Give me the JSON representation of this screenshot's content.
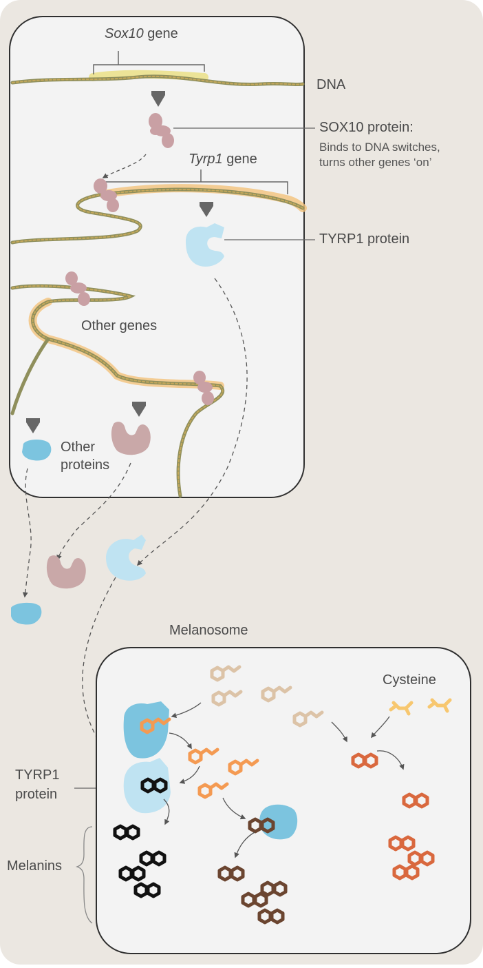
{
  "labels": {
    "sox10_gene_name": "Sox10",
    "sox10_gene_word": " gene",
    "dna": "DNA",
    "sox10_protein_title": "SOX10 protein:",
    "sox10_protein_desc_1": "Binds to DNA switches,",
    "sox10_protein_desc_2": "turns other genes ‘on’",
    "tyrp1_gene_name": "Tyrp1",
    "tyrp1_gene_word": " gene",
    "tyrp1_protein": "TYRP1 protein",
    "other_genes": "Other genes",
    "other_proteins_1": "Other",
    "other_proteins_2": "proteins",
    "melanosome": "Melanosome",
    "cysteine": "Cysteine",
    "tyrp1_protein_lower_1": "TYRP1",
    "tyrp1_protein_lower_2": "protein",
    "melanins": "Melanins"
  },
  "colors": {
    "panel_background": "#ebe7e1",
    "cell_fill": "#f2f2f2",
    "dna_strand": "#8a8c5a",
    "dna_glow_active": "#f0c070",
    "dna_glow_sox10": "#e8d870",
    "sox10_protein": "#c9a0a4",
    "tyrp1_protein": "#bfe3f2",
    "other_protein_blue": "#7cc4df",
    "other_protein_pink": "#c9a8a8",
    "precursor": "#dcc3a7",
    "intermediate": "#f49a52",
    "cysteine": "#f7c76f",
    "pheomelanin": "#d9683e",
    "black_melanin": "#111111",
    "brown_melanin": "#6b4530"
  }
}
